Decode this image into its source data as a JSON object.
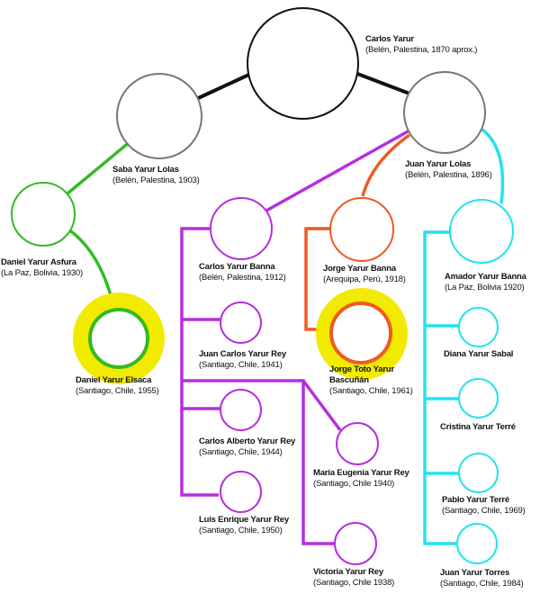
{
  "colors": {
    "root": "#111111",
    "saba_branch": "#33bb22",
    "carlos_branch": "#b62ee0",
    "jorge_branch": "#ee5a22",
    "amador_branch": "#22e3ee",
    "highlight": "#f2ea00"
  },
  "people": {
    "carlos_yarur": {
      "name": "Carlos Yarur",
      "info": "(Belén, Palestina, 1870 aprox.)"
    },
    "saba_yarur_lolas": {
      "name": "Saba Yarur Lolas",
      "info": "(Belén, Palestina, 1903)"
    },
    "juan_yarur_lolas": {
      "name": "Juan Yarur Lolas",
      "info": "(Belén, Palestina, 1896)"
    },
    "daniel_yarur_asfura": {
      "name": "Daniel Yarur Asfura",
      "info": "(La Paz, Bolivia, 1930)"
    },
    "daniel_yarur_elsaca": {
      "name": "Daniel Yarur Elsaca",
      "info": "(Santiago, Chile, 1955)"
    },
    "carlos_yarur_banna": {
      "name": "Carlos Yarur Banna",
      "info": "(Belén, Palestina, 1912)"
    },
    "jorge_yarur_banna": {
      "name": "Jorge Yarur Banna",
      "info": "(Arequipa, Perú, 1918)"
    },
    "jorge_toto_yarur_bascunan": {
      "name": "Jorge Toto Yarur Bascuñán",
      "info": "(Santiago, Chile, 1961)"
    },
    "amador_yarur_banna": {
      "name": "Amador Yarur Banna",
      "info": "(La Paz, Bolivia 1920)"
    },
    "juan_carlos_yarur_rey": {
      "name": "Juan Carlos Yarur Rey",
      "info": "(Santiago, Chile, 1941)"
    },
    "carlos_alberto_yarur_rey": {
      "name": "Carlos Alberto Yarur Rey",
      "info": "(Santiago, Chile, 1944)"
    },
    "luis_enrique_yarur_rey": {
      "name": "Luis Enrique Yarur Rey",
      "info": "(Santiago, Chile, 1950)"
    },
    "maria_eugenia_yarur_rey": {
      "name": "María Eugenia Yarur Rey",
      "info": "(Santiago, Chile 1940)"
    },
    "victoria_yarur_rey": {
      "name": "Victoria Yarur Rey",
      "info": "(Santiago, Chile 1938)"
    },
    "diana_yarur_sabal": {
      "name": "Diana Yarur Sabal",
      "info": ""
    },
    "cristina_yarur_terre": {
      "name": "Cristina Yarur Terré",
      "info": ""
    },
    "pablo_yarur_terre": {
      "name": "Pablo Yarur Terré",
      "info": "(Santiago, Chile, 1969)"
    },
    "juan_yarur_torres": {
      "name": "Juan Yarur Torres",
      "info": "(Santiago, Chile, 1984)"
    }
  }
}
